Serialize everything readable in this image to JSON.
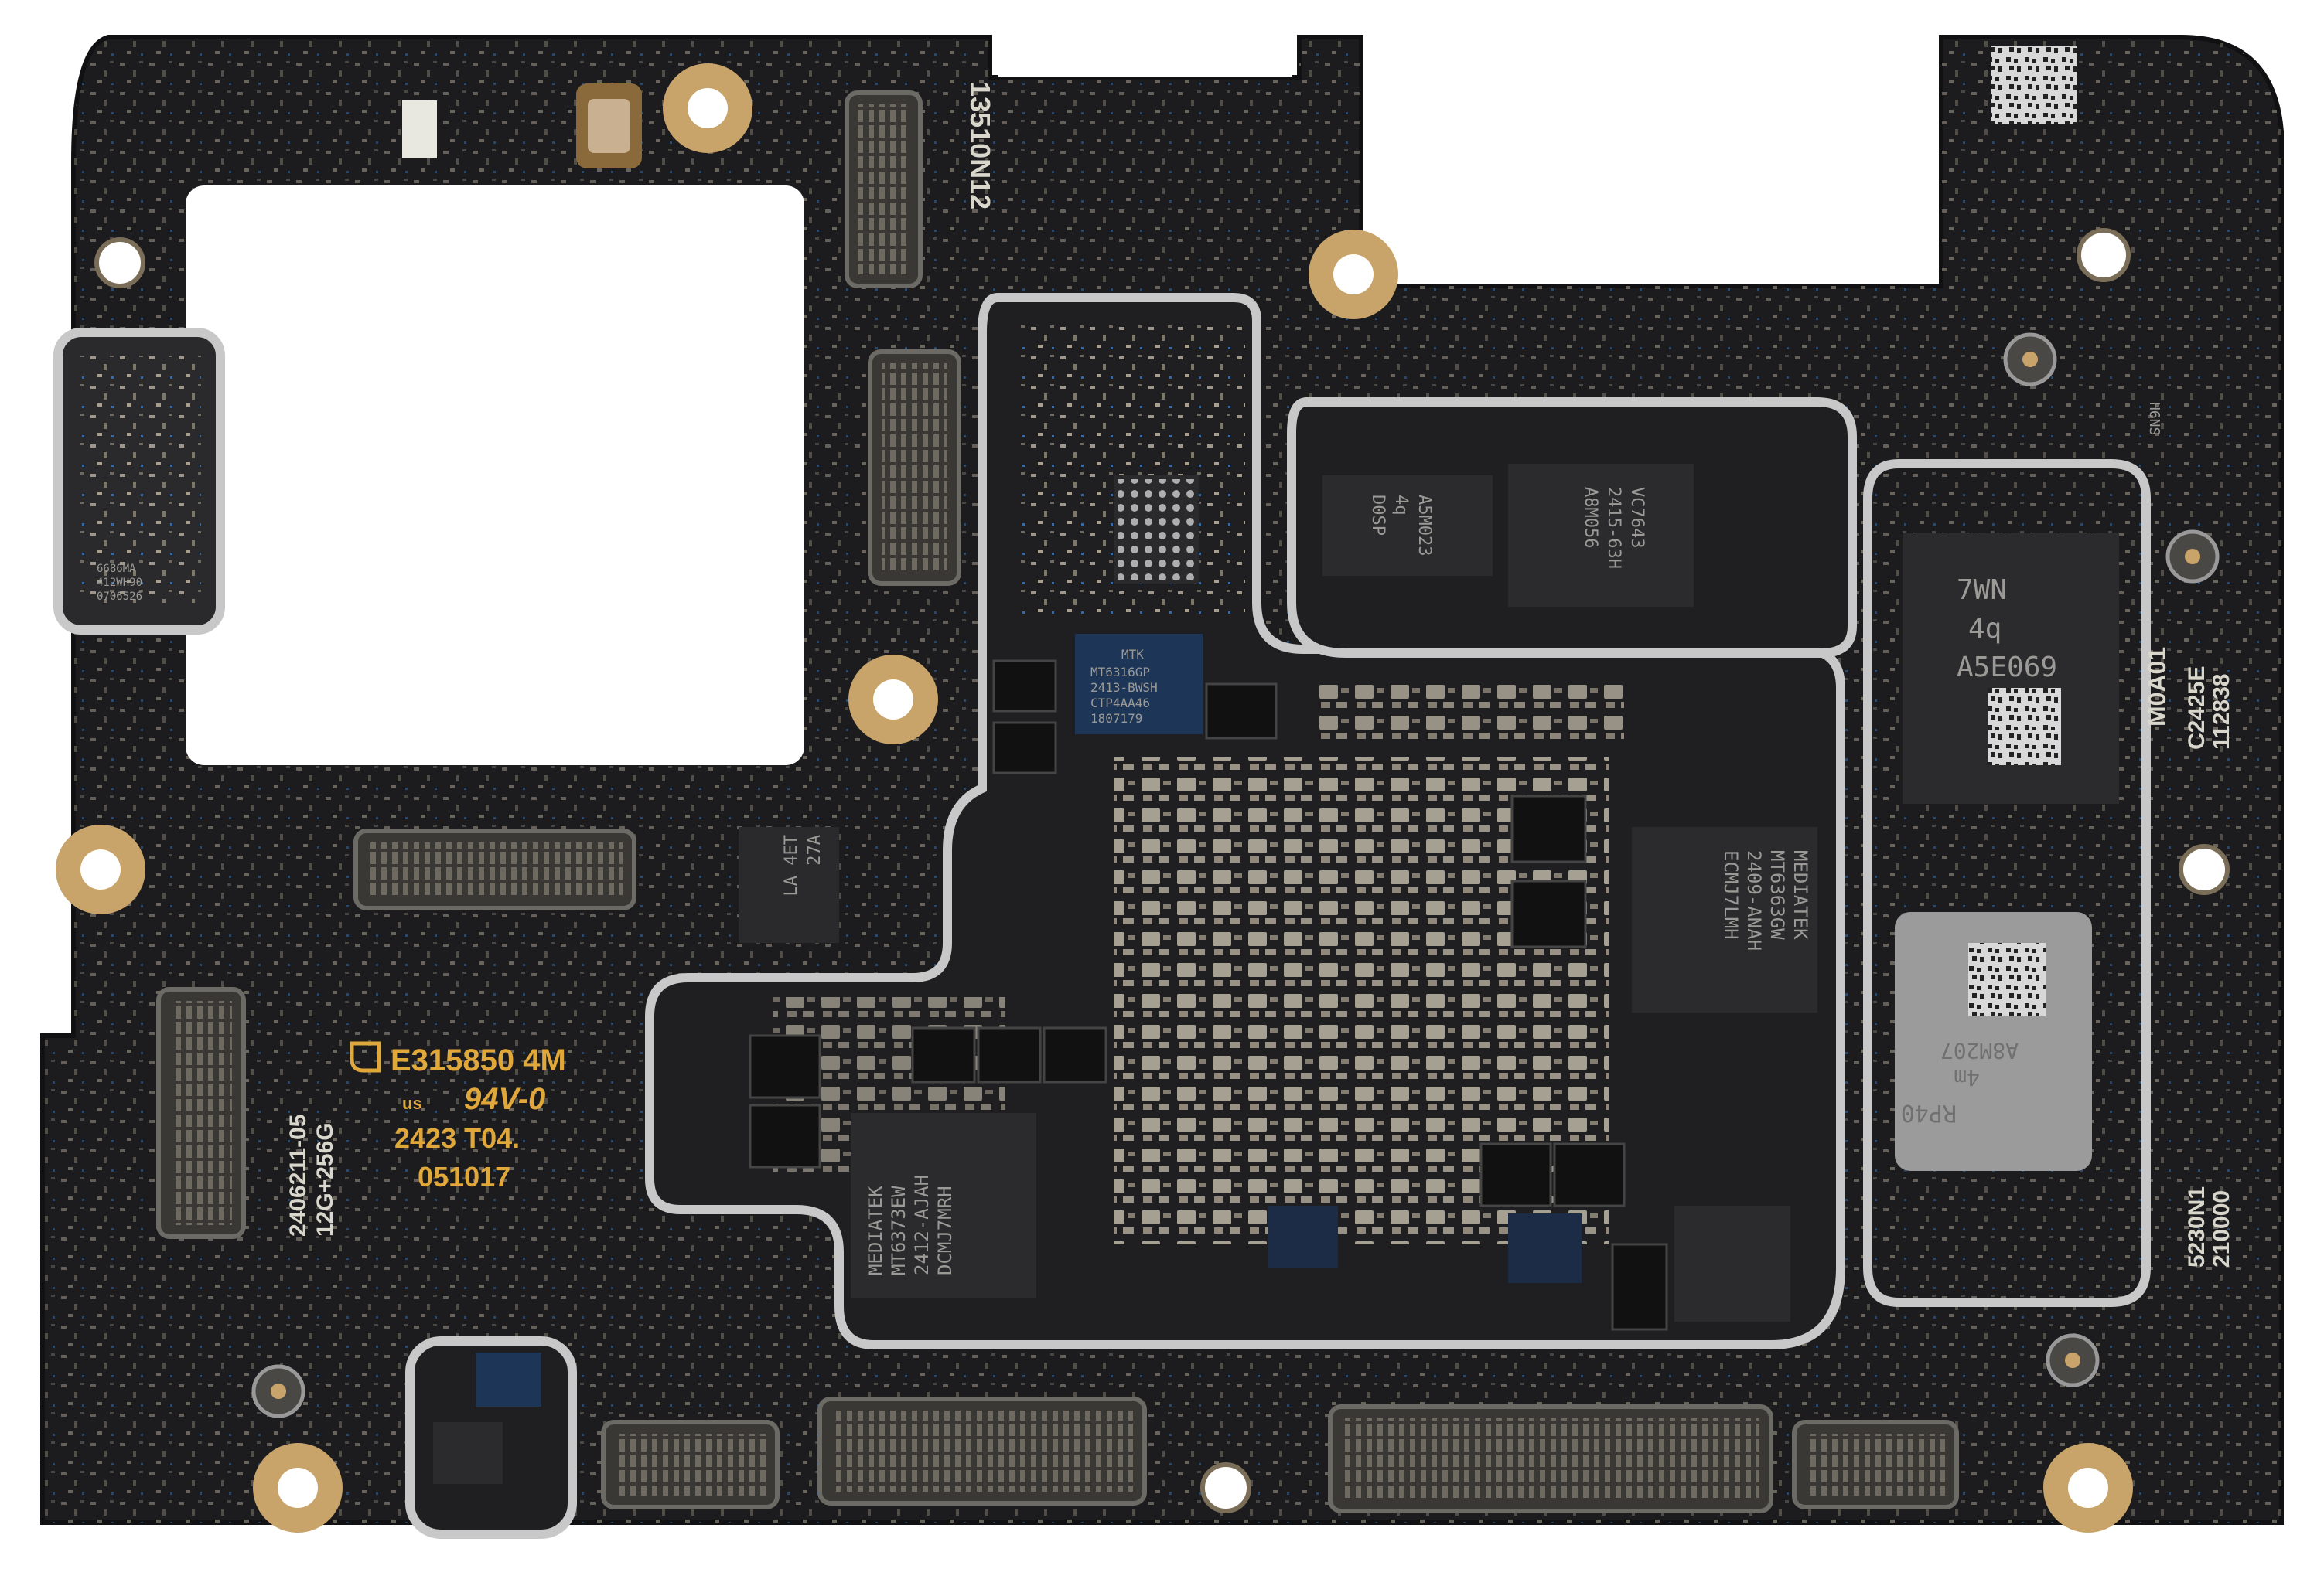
{
  "image": {
    "description_free": true,
    "colors": {
      "board": "#1c1c1e",
      "board_edge": "#111113",
      "shield": "#bfbfbf",
      "pad_gold": "#c9a46a",
      "chip": "#2b2b2e",
      "passive": "#b7afa0",
      "silkscreen": "#d9d6cc",
      "background": "#ffffff"
    }
  },
  "labels": {
    "top_center": "13510N12",
    "right_side_1": "M0A01",
    "right_side_2": "C2425E",
    "right_side_3": "112838",
    "right_bottom_1": "5230N1",
    "right_bottom_2": "210000",
    "left_code_1": "2406211-05",
    "left_code_2": "12G+256G",
    "ul_line_1": "E315850 4M",
    "ul_us": "us",
    "ul_line_2": "94V-0",
    "ul_line_3": "2423 T04.",
    "ul_line_4": "051017"
  },
  "chips": {
    "top_left_module": {
      "line1": "6686MA",
      "line2": "412WH90",
      "line3": "0706526"
    },
    "mtk_small": {
      "line1": "MTK",
      "line2": "MT6316GP",
      "line3": "2413-BWSH",
      "line4": "CTP4AA46",
      "line5": "1807179"
    },
    "la_chip": {
      "line1": "LA 4ET",
      "line2": "27A"
    },
    "mem_left": {
      "line1": "D0SP",
      "line2": "4q",
      "line3": "A5M023"
    },
    "mem_right": {
      "line1": "VC7643",
      "line2": "2415-63H",
      "line3": "A8M056"
    },
    "ufs": {
      "line1": "7WN",
      "line2": "4q",
      "line3": "A5E069"
    },
    "mediatek_right": {
      "line1": "MEDIATEK",
      "line2": "MT6363GW",
      "line3": "2409-ANAH",
      "line4": "ECMJ7LMH"
    },
    "mediatek_left": {
      "line1": "MEDIATEK",
      "line2": "MT6373EW",
      "line3": "2412-AJAH",
      "line4": "DCMJ7MRH"
    },
    "rf_chip": {
      "line1": "RP40",
      "line2": "4m",
      "line3": "A8M207"
    },
    "top_right_chip": {
      "line1": "H6NS"
    }
  }
}
